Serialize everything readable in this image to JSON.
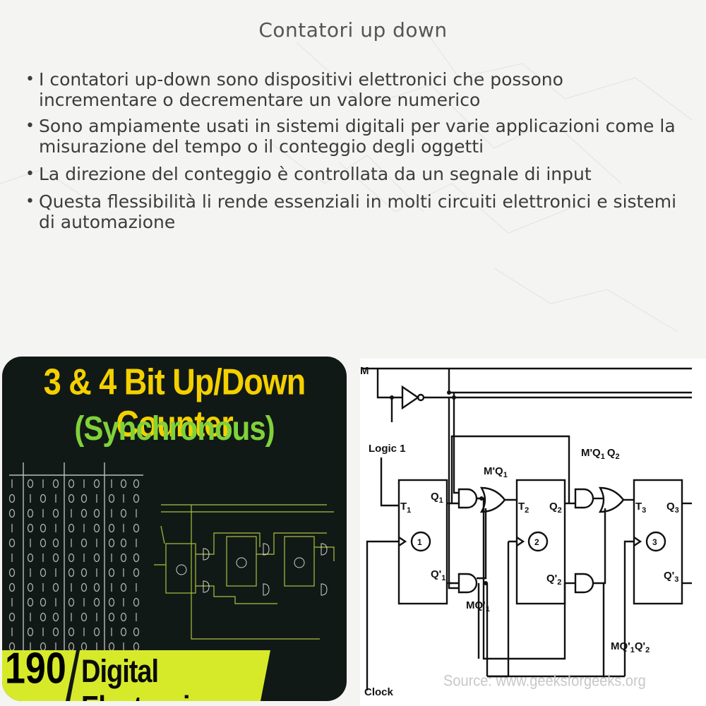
{
  "title": "Contatori up down",
  "bullets": [
    "I contatori up-down sono dispositivi elettronici che possono incrementare o decrementare un valore numerico",
    "Sono ampiamente usati in sistemi digitali per varie applicazioni come la misurazione del tempo o il conteggio degli oggetti",
    "La direzione del conteggio è controllata da un segnale di input",
    "Questa flessibilità li rende essenziali in molti circuiti elettronici e sistemi di automazione"
  ],
  "thumbnail": {
    "headline": "3 & 4 Bit Up/Down Counter",
    "subheadline": "(Synchronous)",
    "episode_number": "190",
    "series_label": "Digital Electronics",
    "colors": {
      "headline": "#f4d000",
      "subheadline": "#7fd23a",
      "banner": "#d6ea2a",
      "board": "#111916"
    }
  },
  "circuit": {
    "labels": {
      "m": "M",
      "logic": "Logic 1",
      "clock": "Clock",
      "t1": "T",
      "t1_sub": "1",
      "t2": "T",
      "t2_sub": "2",
      "t3": "T",
      "t3_sub": "3",
      "q1": "Q",
      "q1_sub": "1",
      "q2": "Q",
      "q2_sub": "2",
      "q3": "Q",
      "q3_sub": "3",
      "q1n": "Q'",
      "q1n_sub": "1",
      "q2n": "Q'",
      "q2n_sub": "2",
      "q3n": "Q'",
      "q3n_sub": "3",
      "ff1": "1",
      "ff2": "2",
      "ff3": "3",
      "mq1": "M'Q",
      "mq1_sub": "1",
      "mq1q2": "M'Q",
      "mq1q2_mid": "1",
      "mq1q2_tail": "Q",
      "mq1q2_sub": "2",
      "mq1n": "MQ'",
      "mq1n_sub": "1",
      "mq1nq2n": "MQ'",
      "mq1nq2n_mid": "1",
      "mq1nq2n_tail": "Q'",
      "mq1nq2n_sub": "2"
    },
    "source": "Source: www.geeksforgeeks.org"
  }
}
